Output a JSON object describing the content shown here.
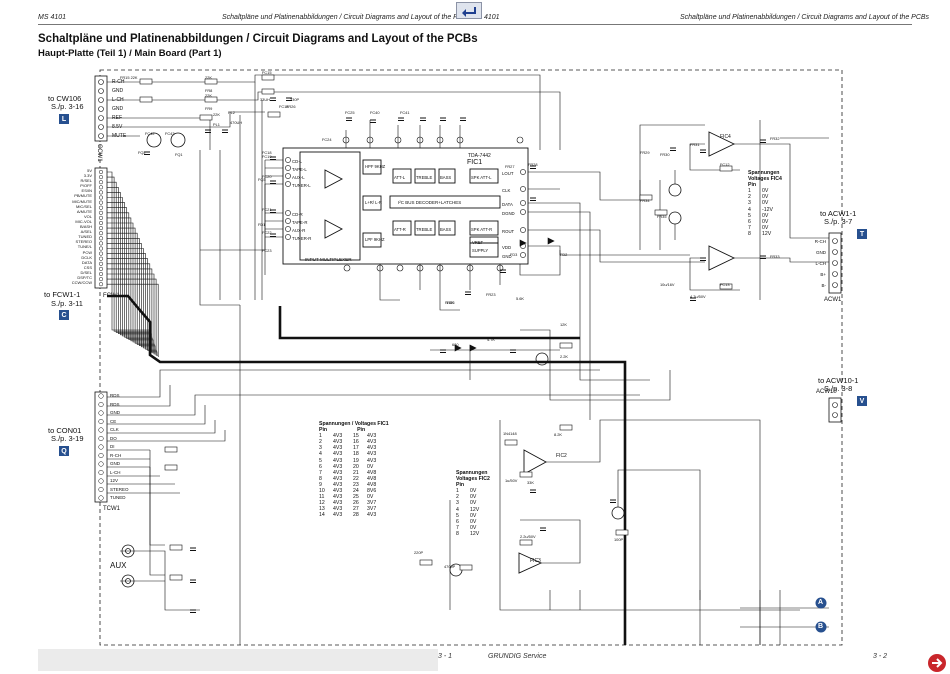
{
  "header": {
    "left_model": "MS 4101",
    "center_title": "Schaltpläne und Platinenabbildungen / Circuit Diagrams and Layout of the PCBs",
    "center_model": "4101",
    "right_title": "Schaltpläne und Platinenabbildungen / Circuit Diagrams and Layout of the PCBs"
  },
  "page": {
    "title": "Schaltpläne und Platinenabbildungen / Circuit Diagrams and Layout of the PCBs",
    "subtitle": "Haupt-Platte (Teil 1) / Main Board (Part 1)"
  },
  "connectors": {
    "cw106": {
      "to": "to CW106",
      "ref": "S./p. 3-16",
      "badge": "L",
      "name": "CCW1"
    },
    "fcw1": {
      "to": "to FCW1-1",
      "ref": "S./p. 3-11",
      "badge": "C",
      "name": "FCW1"
    },
    "con01": {
      "to": "to CON01",
      "ref": "S./p. 3-19",
      "badge": "Q",
      "name": "TCW1"
    },
    "acw1": {
      "to": "to ACW1-1",
      "ref": "S./p. 3-7",
      "badge": "T",
      "name": "ACW1"
    },
    "acw10": {
      "to": "to ACW10-1",
      "ref": "S./p. 3-8",
      "badge": "V",
      "name": "ACW10"
    },
    "aux": {
      "name": "AUX"
    }
  },
  "ic_labels": {
    "fic1": "FIC1",
    "fic1_type": "TDA-7442",
    "fic2": "FIC2",
    "fic3": "FIC3",
    "fic4": "FIC4",
    "input_multiplexer": "INPUT MULTIPLEXER",
    "i2c": "I²C BUS DECODER+LATCHES",
    "blocks": [
      "ATT-L",
      "TREBLE",
      "BASS",
      "SPK ATT-L",
      "ATT-R",
      "TREBLE",
      "BASS",
      "SPK ATT-R",
      "LPF 9KHZ",
      "HPF 9KHZ",
      "L+R/ L-R",
      "SUPPLY",
      "VREF"
    ]
  },
  "pin_labels": {
    "ccw1": [
      "R-CH",
      "GND",
      "L-CH",
      "GND",
      "REF",
      "8.5V",
      "MUTE"
    ],
    "fcw1": [
      "5V",
      "3.3V",
      "R/SEL",
      "P/OFF",
      "ES/IN",
      "PB/MUTE",
      "MIC/MUTE",
      "MIC/SEL",
      "A/MUTE",
      "VOL",
      "MIC-VOL",
      "B/ASH",
      "A/SEL",
      "TUNED",
      "STEREO",
      "TUNE/L",
      "PCW",
      "DCLK",
      "DATA",
      "CSS",
      "D/SEL",
      "DSP/TC",
      "CCW/CCW"
    ],
    "tcw1": [
      "RDS",
      "RDS",
      "GND",
      "CE",
      "CLK",
      "DO",
      "DI",
      "R-CH",
      "GND",
      "L-CH",
      "12V",
      "STEREO",
      "TUNED"
    ],
    "acw1": [
      "R-CH",
      "GND",
      "L-CH",
      "B+",
      "B-"
    ],
    "fic1_inputs": [
      "CD-L",
      "TAPE-L",
      "AUX-L",
      "TUNER-L",
      "CD-R",
      "TAPE-R",
      "AUX-R",
      "TUNER-R"
    ],
    "fic1_outputs": [
      "LOUT",
      "CLK",
      "DATA",
      "DGND",
      "ROUT",
      "VDD",
      "GND"
    ]
  },
  "component_labels": [
    "FR15 22K",
    "22K",
    "FR8",
    "22K",
    "FR9",
    "22K",
    "PL1",
    "PL2",
    "470UH",
    "33UH",
    "330P",
    "FC15",
    "FC14",
    "FR26",
    "FC18",
    "FC19",
    "FC20",
    "FC21",
    "FC22",
    "FC23",
    "FC24",
    "FC25",
    "FC40",
    "FC41",
    "FC42",
    "FC43",
    "FQ1",
    "FQ2",
    "FQ3",
    "FD1",
    "FD2",
    "FD3",
    "FR23",
    "FR25",
    "FR27",
    "FR28",
    "FR29",
    "FR30",
    "FR31",
    "FR32",
    "FR33",
    "FR34",
    "FR35",
    "FC12",
    "FC13",
    "4.7u/50V",
    "10u/16V",
    "1u/50V",
    "2.2u/50V",
    "100P",
    "220P",
    "4700P",
    "1N4148",
    "8.2K",
    "4.7K",
    "5.6K",
    "12K",
    "2.2K",
    "1.8K",
    "680",
    "33K"
  ],
  "voltages_fic1": {
    "title": "Spannungen / Voltages FIC1",
    "headers": [
      "Pin",
      "Pin"
    ],
    "rows": [
      [
        "1",
        "4V3",
        "15",
        "4V3"
      ],
      [
        "2",
        "4V3",
        "16",
        "4V3"
      ],
      [
        "3",
        "4V3",
        "17",
        "4V3"
      ],
      [
        "4",
        "4V3",
        "18",
        "4V3"
      ],
      [
        "5",
        "4V3",
        "19",
        "4V3"
      ],
      [
        "6",
        "4V3",
        "20",
        "0V"
      ],
      [
        "7",
        "4V3",
        "21",
        "4V8"
      ],
      [
        "8",
        "4V3",
        "22",
        "4V8"
      ],
      [
        "9",
        "4V3",
        "23",
        "4V8"
      ],
      [
        "10",
        "4V3",
        "24",
        "8V6"
      ],
      [
        "11",
        "4V3",
        "25",
        "0V"
      ],
      [
        "12",
        "4V3",
        "26",
        "3V7"
      ],
      [
        "13",
        "4V3",
        "27",
        "3V7"
      ],
      [
        "14",
        "4V3",
        "28",
        "4V3"
      ]
    ]
  },
  "voltages_fic2": {
    "title": "Spannungen",
    "subtitle": "Voltages FIC2",
    "pin": "Pin",
    "rows": [
      [
        "1",
        "0V"
      ],
      [
        "2",
        "0V"
      ],
      [
        "3",
        "0V"
      ],
      [
        "4",
        "12V"
      ],
      [
        "5",
        "0V"
      ],
      [
        "6",
        "0V"
      ],
      [
        "7",
        "0V"
      ],
      [
        "8",
        "12V"
      ]
    ]
  },
  "voltages_fic4": {
    "title": "Spannungen",
    "subtitle": "Voltages FIC4",
    "pin": "Pin",
    "rows": [
      [
        "1",
        "0V"
      ],
      [
        "2",
        "0V"
      ],
      [
        "3",
        "0V"
      ],
      [
        "4",
        "-12V"
      ],
      [
        "5",
        "0V"
      ],
      [
        "6",
        "0V"
      ],
      [
        "7",
        "0V"
      ],
      [
        "8",
        "12V"
      ]
    ]
  },
  "markers": {
    "a": "A",
    "b": "B"
  },
  "footer": {
    "left_page": "3 - 1",
    "brand": "GRUNDIG Service",
    "right_page": "3 - 2"
  },
  "colors": {
    "badge": "#27508f",
    "next_button": "#c9262b",
    "wire": "#111111",
    "footer_band": "#ebebeb"
  },
  "icons": {
    "back": "return-arrow-icon",
    "next": "right-arrow-icon"
  }
}
